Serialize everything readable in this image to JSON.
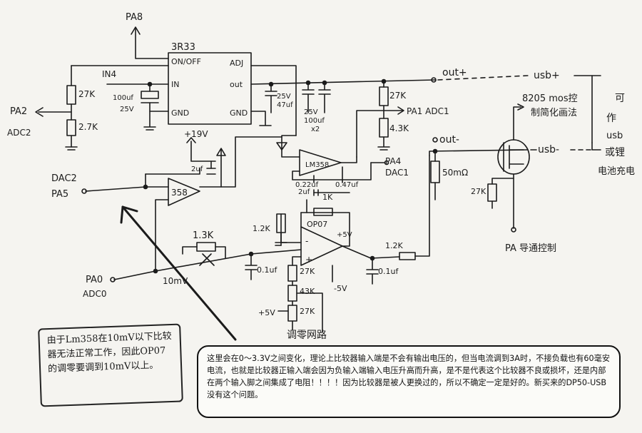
{
  "labels": {
    "pa8": "PA8",
    "reg_name": "3R33",
    "reg_onoff": "ON/OFF",
    "reg_in": "IN",
    "reg_gnd": "GND",
    "reg_adj": "ADJ",
    "reg_out": "out",
    "reg_gnd2": "GND",
    "in4": "IN4",
    "cap_in": "100uf",
    "cap_in_v": "25V",
    "r_27k_a": "27K",
    "r_27k_b": "2.7K",
    "pa2": "PA2",
    "adc2": "ADC2",
    "cap_out": "25V",
    "cap_out_v": "47uf",
    "cap_x2_v": "25V",
    "cap_x2": "100uf",
    "cap_x2_n": "x2",
    "out_plus": "out+",
    "usb_plus": "usb+",
    "r_27k_c": "27K",
    "pa1": "PA1 ADC1",
    "r_43k_a": "4.3K",
    "mos": "8205 mos控",
    "mos2": "制简化画法",
    "side_1": "可",
    "side_2": "作",
    "side_3": "usb",
    "side_4": "或锂",
    "side_5": "电池充电",
    "v19": "+19V",
    "cap_2uf": "2uf",
    "lm358": "LM358",
    "cap_022": "0.22uf",
    "cap_047": "0.47uf",
    "pa4": "PA4",
    "dac1": "DAC1",
    "out_minus": "out-",
    "usb_minus": "usb-",
    "r_50m": "50mΩ",
    "r_27k_d": "27K",
    "pa_ctrl": "PA 导通控制",
    "dac2": "DAC2",
    "pa5": "PA5",
    "u358": "358",
    "cap_2uf_b": "2uf",
    "r_1k": "1K",
    "r_12k": "1.2K",
    "op07": "OP07",
    "p5v": "+5V",
    "r_13k": "1.3K",
    "cap_01a": "0.1uf",
    "cap_01b": "0.1uf",
    "r_12k_b": "1.2K",
    "r_27k_e": "27K",
    "r_43k_b": "43K",
    "r_27k_f": "27K",
    "n5v": "-5V",
    "p5v_b": "+5V",
    "pa0": "PA0",
    "adc0": "ADC0",
    "mv10": "10mV",
    "tune": "调零网路",
    "minus": "-",
    "plus": "+"
  },
  "notes": {
    "left": "由于Lm358在10mV以下比较器无法正常工作，因此OP07的调零要调到10mV以上。",
    "main": "这里会在0～3.3V之间变化，理论上比较器输入端是不会有输出电压的，但当电流调到3A时，不接负载也有60毫安电流，也就是比较器正输入端会因为负输入端输入电压升高而升高，是不是代表这个比较器不良或损坏，还是内部在两个输入脚之间集成了电阻！！！！因为比较器是被人更换过的，所以不确定一定是好的。新买来的DP50-USB没有这个问题。"
  }
}
